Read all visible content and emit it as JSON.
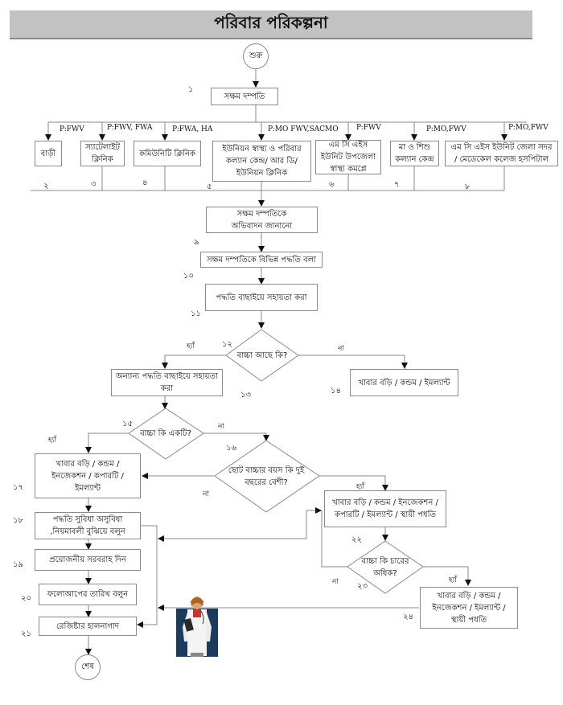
{
  "title": "পরিবার পরিকল্পনা",
  "terminals": {
    "start": "শুরু",
    "end": "শেষ"
  },
  "steps": {
    "s1": "সক্ষম দম্পতি",
    "s2": "বাড়ী",
    "s3": "স্যাটেলাইট ক্লিনিক",
    "s4": "কমিউনিটি ক্লিনিক",
    "s5": "ইউনিয়ন স্বাস্থ্য ও পরিবার কল্যান কেন্দ্র/ আর ডি/ ইউনিয়ন ক্লিনিক",
    "s6": "এম সি এইস ইউনিট উপজেলা স্বাস্থ্য কমপ্লে",
    "s7": "মা ও শিশু কল্যান কেন্দ্র",
    "s8": "এম সি এইস ইউনিট জেলা সদর / মেডেকেল কলেজ হসপিটাল",
    "s9": "সক্ষম দম্পতিকে অভিবাদন জানানো",
    "s10": "সক্ষম দম্পতিকে বিভিন্ন পদ্ধতি বলা",
    "s11": "পদ্ধতি বাছাইয়ে সহায়তা করা",
    "s12": "বাচ্চা আছে কি?",
    "s13": "অন্যান্য পদ্ধতি বাছাইয়ে সহায়তা করা",
    "s14": "খাবার বড়ি / কন্ডম / ইমল্যান্ট",
    "s15": "বাচ্চা কি একটি?",
    "s16": "ছোট বাচ্চার বয়স কি দুই বছরের বেশী?",
    "s17": "খাবার বড়ি / কন্ডম / ইনজেকশন / কপারটি / ইমল্যান্ট",
    "s18": "পদ্ধতি সুবিধা অসুবিধা ,নিয়মাবলী বুঝিয়ে বলুন",
    "s19": "প্রয়োজনীয় সরবরাহ দিন",
    "s20": "ফলোআপের তারিখ বলুন",
    "s21": "রেজিষ্টার হালনাগাদ",
    "s22": "খাবার বড়ি / কন্ডম / ইনজেকশন / কপারটি / ইমল্যান্ট / স্থায়ী পধতি",
    "s23": "বাচ্চা কি চারের অধিক?",
    "s24": "খাবার বড়ি / কন্ডম / ইনজেকশন / ইমল্যান্ট / স্থায়ী পধতি"
  },
  "numbers": {
    "n1": "১",
    "n2": "২",
    "n3": "৩",
    "n4": "৪",
    "n5": "৫",
    "n6": "৬",
    "n7": "৭",
    "n8": "৮",
    "n9": "৯",
    "n10": "১০",
    "n11": "১১",
    "n12": "১২",
    "n13": "১৩",
    "n14": "১৪",
    "n15": "১৫",
    "n16": "১৬",
    "n17": "১৭",
    "n18": "১৮",
    "n19": "১৯",
    "n20": "২০",
    "n21": "২১",
    "n22": "২২",
    "n23": "২৩",
    "n24": "২৪"
  },
  "providers": {
    "p2": "P:FWV",
    "p3": "P:FWV, FWA",
    "p4": "P:FWA, HA",
    "p5": "P:MO FWV,SACMO",
    "p6": "P:FWV",
    "p7": "P:MO,FWV",
    "p8": "P:MO,FWV"
  },
  "branch_labels": {
    "yes": "হ্যাঁ",
    "no": "না"
  },
  "illustration": "doctor-illustration"
}
